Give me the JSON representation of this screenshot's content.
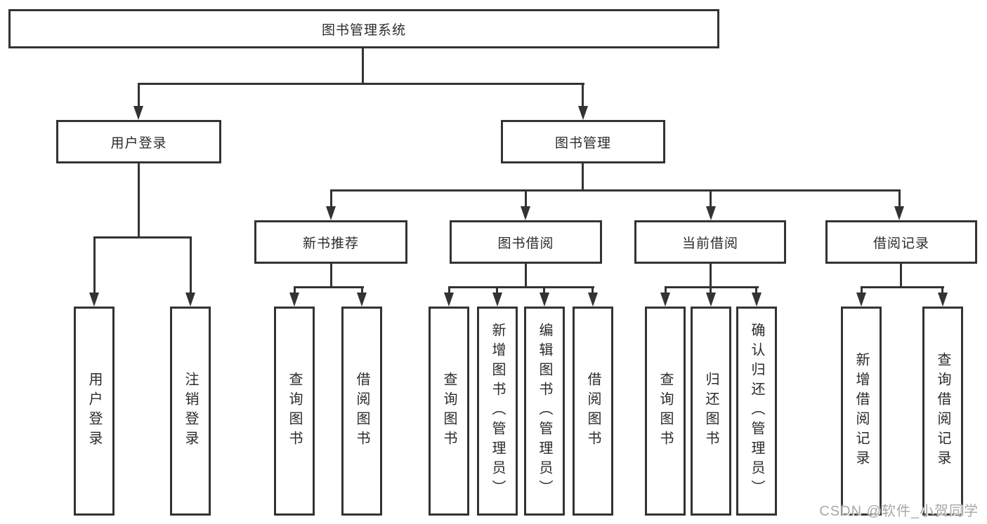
{
  "diagram": {
    "watermark": "CSDN @软件_小贺同学",
    "colors": {
      "background": "#ffffff",
      "box_border": "#333333",
      "connector_line": "#333333",
      "text": "#2b2b2b",
      "watermark_text": "#a8a8a8"
    },
    "root": {
      "label": "图书管理系统"
    },
    "branches": [
      {
        "label": "用户登录",
        "children": [
          {
            "label": "用户登录"
          },
          {
            "label": "注销登录"
          }
        ]
      },
      {
        "label": "图书管理",
        "children": [
          {
            "label": "新书推荐",
            "children": [
              {
                "label": "查询图书"
              },
              {
                "label": "借阅图书"
              }
            ]
          },
          {
            "label": "图书借阅",
            "children": [
              {
                "label": "查询图书"
              },
              {
                "label": "新增图书（管理员）"
              },
              {
                "label": "编辑图书（管理员）"
              },
              {
                "label": "借阅图书"
              }
            ]
          },
          {
            "label": "当前借阅",
            "children": [
              {
                "label": "查询图书"
              },
              {
                "label": "归还图书"
              },
              {
                "label": "确认归还（管理员）"
              }
            ]
          },
          {
            "label": "借阅记录",
            "children": [
              {
                "label": "新增借阅记录"
              },
              {
                "label": "查询借阅记录"
              }
            ]
          }
        ]
      }
    ]
  }
}
